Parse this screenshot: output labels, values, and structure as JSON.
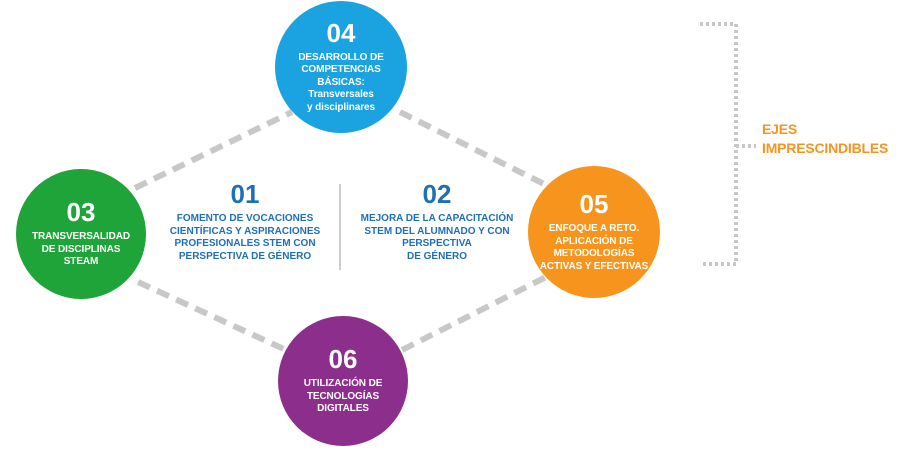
{
  "nodes": {
    "n04": {
      "number": "04",
      "text": "DESARROLLO DE\nCOMPETENCIAS\nBÁSICAS:\nTransversales\ny disciplinares",
      "color": "#1aa3e0"
    },
    "n03": {
      "number": "03",
      "text": "TRANSVERSALIDAD\nDE DISCIPLINAS\nSTEAM",
      "color": "#1fa43a"
    },
    "n05": {
      "number": "05",
      "text": "ENFOQUE A RETO.\nAPLICACIÓN DE\nMETODOLOGÍAS\nACTIVAS Y EFECTIVAS",
      "color": "#f7941d"
    },
    "n06": {
      "number": "06",
      "text": "UTILIZACIÓN DE\nTECNOLOGÍAS\nDIGITALES",
      "color": "#8c2f8c"
    }
  },
  "center": {
    "c01": {
      "number": "01",
      "text": "FOMENTO DE VOCACIONES\nCIENTÍFICAS Y ASPIRACIONES\nPROFESIONALES STEM CON\nPERSPECTIVA DE GÉNERO"
    },
    "c02": {
      "number": "02",
      "text": "MEJORA DE LA CAPACITACIÓN\nSTEM  DEL ALUMNADO Y CON\nPERSPECTIVA\nDE GÉNERO"
    },
    "color": "#1f6fb8"
  },
  "side_label": {
    "text": "EJES\nIMPRESCINDIBLES",
    "color": "#f7941d"
  },
  "connector_color": "#c8c8c8"
}
